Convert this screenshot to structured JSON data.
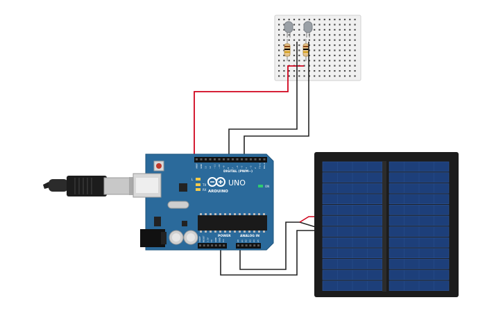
{
  "board": {
    "brand": "ARDUINO",
    "model": "UNO",
    "digital_label": "DIGITAL (PWM~)",
    "power_label": "POWER",
    "analog_label": "ANALOG IN",
    "tx_label": "TX",
    "rx_label": "RX",
    "l_label": "L",
    "on_label": "ON",
    "top_pins": [
      "AREF",
      "GND",
      "13",
      "12",
      "~11",
      "~10",
      "~9",
      "8",
      "7",
      "~6",
      "~5",
      "4",
      "~3",
      "2",
      "TX→1",
      "RX←0"
    ],
    "power_pins": [
      "IOREF",
      "RESET",
      "3.3V",
      "5V",
      "GND",
      "GND",
      "Vin"
    ],
    "analog_pins": [
      "A0",
      "A1",
      "A2",
      "A3",
      "A4",
      "A5"
    ]
  },
  "colors": {
    "board_blue": "#2b6a9b",
    "wire_red": "#d0021b",
    "wire_black": "#222222",
    "panel_cell": "#1d3f7a"
  }
}
